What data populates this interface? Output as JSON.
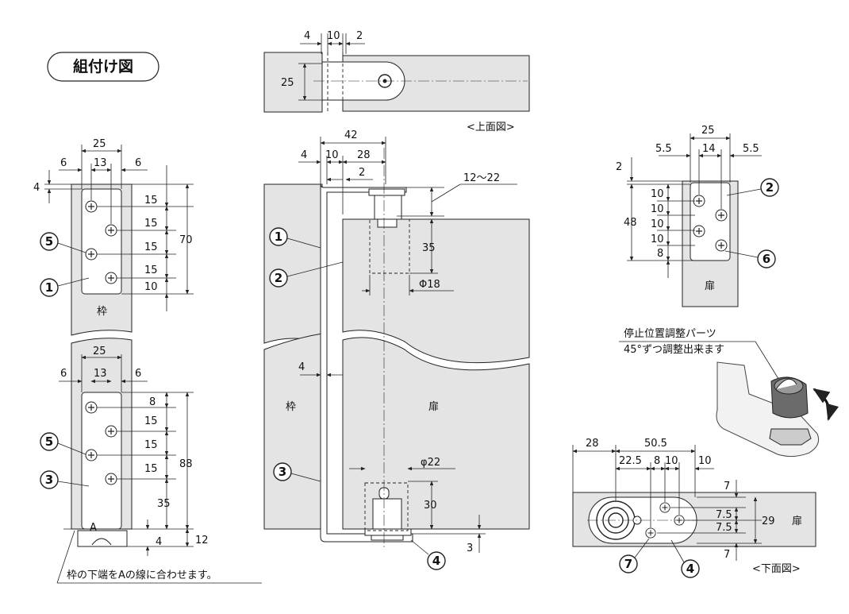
{
  "title": "組付け図",
  "views": {
    "top_view": "<上面図>",
    "bottom_view": "<下面図>"
  },
  "materials": {
    "frame": "枠",
    "door": "扉"
  },
  "mark_a": "A",
  "note_bottom": "枠の下端をAの線に合わせます。",
  "stopper_note": {
    "line1": "停止位置調整パーツ",
    "line2": "45°ずつ調整出来ます"
  },
  "part_numbers": [
    "1",
    "2",
    "3",
    "4",
    "5",
    "6",
    "7"
  ],
  "dimensions": {
    "top_view": [
      "4",
      "10",
      "2",
      "25"
    ],
    "section": [
      "42",
      "4",
      "10",
      "28",
      "2",
      "12〜22",
      "35",
      "Φ18",
      "4",
      "φ22",
      "30",
      "3"
    ],
    "upper_left": [
      "25",
      "6",
      "13",
      "6",
      "4",
      "15",
      "15",
      "15",
      "15",
      "10",
      "70"
    ],
    "lower_left": [
      "25",
      "6",
      "13",
      "6",
      "8",
      "15",
      "15",
      "15",
      "88",
      "35",
      "4",
      "12"
    ],
    "right_top": [
      "25",
      "5.5",
      "14",
      "5.5",
      "2",
      "10",
      "10",
      "10",
      "10",
      "8",
      "48"
    ],
    "bottom_view": [
      "28",
      "50.5",
      "22.5",
      "8",
      "10",
      "10",
      "7",
      "7.5",
      "7.5",
      "29",
      "7"
    ]
  }
}
